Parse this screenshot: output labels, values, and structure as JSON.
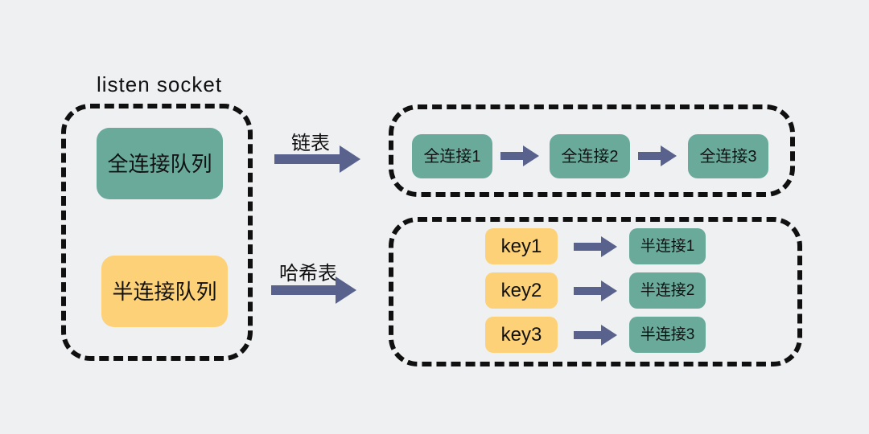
{
  "diagram_title": "listen socket",
  "colors": {
    "background": "#eef0f2",
    "queue_green": "#69aa9b",
    "queue_yellow": "#fcd178",
    "arrow_slate": "#59628c",
    "dashed_border": "#101010",
    "text": "#111111"
  },
  "listen_socket": {
    "label": "listen socket",
    "full_queue_label": "全连接队列",
    "half_queue_label": "半连接队列"
  },
  "arrows": {
    "linked_list_label": "链表",
    "hash_table_label": "哈希表"
  },
  "linked_list": {
    "nodes": [
      "全连接1",
      "全连接2",
      "全连接3"
    ]
  },
  "hash_table": {
    "rows": [
      {
        "key": "key1",
        "value": "半连接1"
      },
      {
        "key": "key2",
        "value": "半连接2"
      },
      {
        "key": "key3",
        "value": "半连接3"
      }
    ]
  }
}
